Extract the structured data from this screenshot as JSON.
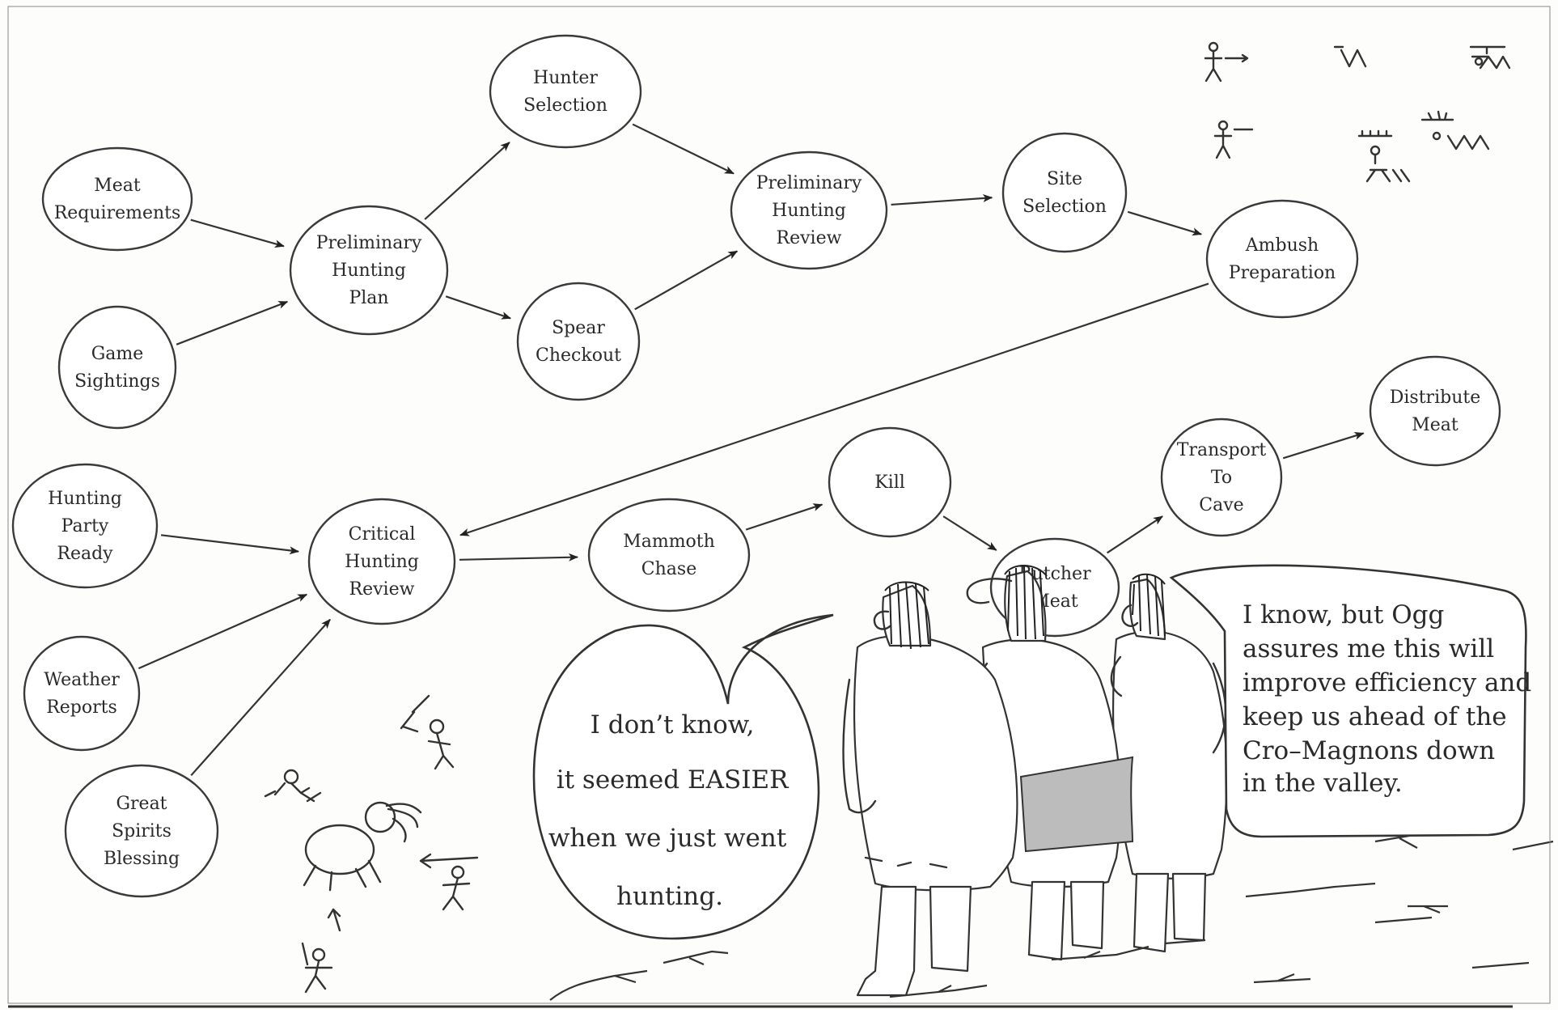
{
  "diagram": {
    "nodes": [
      {
        "id": "meat_requirements",
        "lines": [
          "Meat",
          "Requirements"
        ]
      },
      {
        "id": "game_sightings",
        "lines": [
          "Game",
          "Sightings"
        ]
      },
      {
        "id": "preliminary_hunting_plan",
        "lines": [
          "Preliminary",
          "Hunting",
          "Plan"
        ]
      },
      {
        "id": "hunter_selection",
        "lines": [
          "Hunter",
          "Selection"
        ]
      },
      {
        "id": "spear_checkout",
        "lines": [
          "Spear",
          "Checkout"
        ]
      },
      {
        "id": "preliminary_hunting_review",
        "lines": [
          "Preliminary",
          "Hunting",
          "Review"
        ]
      },
      {
        "id": "site_selection",
        "lines": [
          "Site",
          "Selection"
        ]
      },
      {
        "id": "ambush_preparation",
        "lines": [
          "Ambush",
          "Preparation"
        ]
      },
      {
        "id": "hunting_party_ready",
        "lines": [
          "Hunting",
          "Party",
          "Ready"
        ]
      },
      {
        "id": "weather_reports",
        "lines": [
          "Weather",
          "Reports"
        ]
      },
      {
        "id": "great_spirits_blessing",
        "lines": [
          "Great",
          "Spirits",
          "Blessing"
        ]
      },
      {
        "id": "critical_hunting_review",
        "lines": [
          "Critical",
          "Hunting",
          "Review"
        ]
      },
      {
        "id": "mammoth_chase",
        "lines": [
          "Mammoth",
          "Chase"
        ]
      },
      {
        "id": "kill",
        "lines": [
          "Kill"
        ]
      },
      {
        "id": "butcher_meat",
        "lines": [
          "Butcher",
          "Meat"
        ]
      },
      {
        "id": "transport_to_cave",
        "lines": [
          "Transport",
          "To",
          "Cave"
        ]
      },
      {
        "id": "distribute_meat",
        "lines": [
          "Distribute",
          "Meat"
        ]
      }
    ],
    "edges": [
      {
        "from": "meat_requirements",
        "to": "preliminary_hunting_plan"
      },
      {
        "from": "game_sightings",
        "to": "preliminary_hunting_plan"
      },
      {
        "from": "preliminary_hunting_plan",
        "to": "hunter_selection"
      },
      {
        "from": "preliminary_hunting_plan",
        "to": "spear_checkout"
      },
      {
        "from": "hunter_selection",
        "to": "preliminary_hunting_review"
      },
      {
        "from": "spear_checkout",
        "to": "preliminary_hunting_review"
      },
      {
        "from": "preliminary_hunting_review",
        "to": "site_selection"
      },
      {
        "from": "site_selection",
        "to": "ambush_preparation"
      },
      {
        "from": "ambush_preparation",
        "to": "critical_hunting_review"
      },
      {
        "from": "hunting_party_ready",
        "to": "critical_hunting_review"
      },
      {
        "from": "weather_reports",
        "to": "critical_hunting_review"
      },
      {
        "from": "great_spirits_blessing",
        "to": "critical_hunting_review"
      },
      {
        "from": "critical_hunting_review",
        "to": "mammoth_chase"
      },
      {
        "from": "mammoth_chase",
        "to": "kill"
      },
      {
        "from": "kill",
        "to": "butcher_meat"
      },
      {
        "from": "butcher_meat",
        "to": "transport_to_cave"
      },
      {
        "from": "transport_to_cave",
        "to": "distribute_meat"
      }
    ]
  },
  "speech_bubbles": {
    "left": [
      "I don’t know,",
      "it seemed EASIER",
      "when we just went",
      "hunting."
    ],
    "right": [
      "I know, but Ogg",
      "assures me this will",
      "improve efficiency and",
      "keep us ahead of the",
      "Cro–Magnons down",
      "in the valley."
    ]
  },
  "colors": {
    "ink": "#333333",
    "paper": "#fdfdfc",
    "loincloth": "#bcbcbc"
  }
}
